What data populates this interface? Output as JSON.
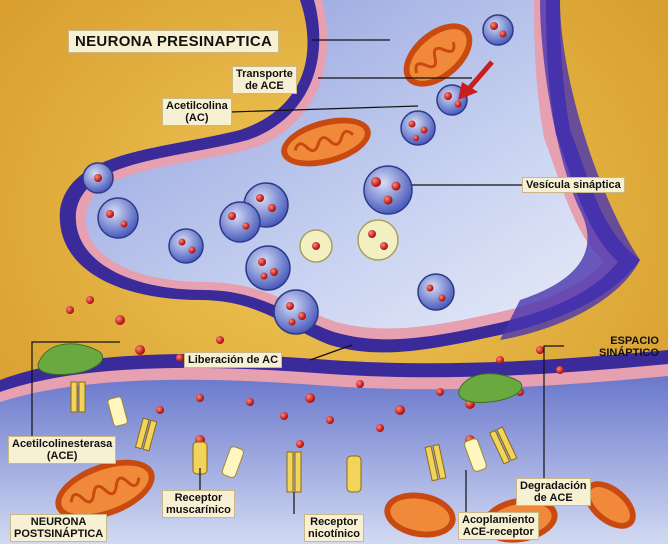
{
  "labels": {
    "presynaptic": "NEURONA PRESINAPTICA",
    "transport": "Transporte\nde ACE",
    "acetylcholine": "Acetilcolina\n(AC)",
    "vesicle": "Vesícula sináptica",
    "release": "Liberación de AC",
    "synaptic_space": "ESPACIO\nSINÁPTICO",
    "acetylcholinesterase": "Acetilcolinesterasa\n(ACE)",
    "muscarinic": "Receptor\nmuscarínico",
    "nicotinic": "Receptor\nnicotínico",
    "coupling": "Acoplamiento\nACE-receptor",
    "degradation": "Degradación\nde ACE",
    "postsynaptic": "NEURONA\nPOSTSINÁPTICA"
  },
  "colors": {
    "background": "#e2b03a",
    "membrane_outer": "#3a2a9a",
    "membrane_pink": "#e6a0b0",
    "cytoplasm": "#a7b6e6",
    "vesicle": "#5a6fc8",
    "acetylcholine": "#c81e1e",
    "mitochondria": "#e0601a",
    "receptor": "#f2d45a"
  }
}
